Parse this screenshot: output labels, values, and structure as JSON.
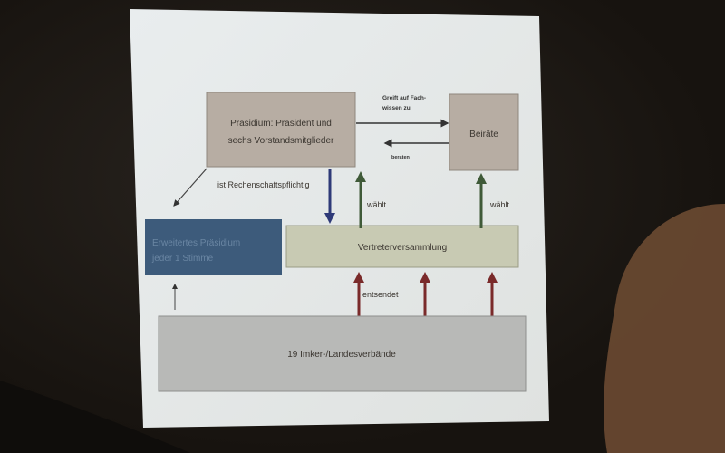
{
  "diagram": {
    "praesidium": "Präsidium: Präsident und",
    "praesidium_line2": "sechs Vorstandsmitglieder",
    "beiraete": "Beiräte",
    "erweitertes_line1": "Erweitertes Präsidium",
    "erweitertes_line2": "jeder 1 Stimme",
    "vertreterversammlung": "Vertreterversammlung",
    "verbaende": "19 Imker-/Landesverbände",
    "greift_line1": "Greift auf Fach-",
    "greift_line2": "wissen zu",
    "beraten": "beraten",
    "rechenschaft": "ist Rechenschaftspflichtig",
    "waehlt_1": "wählt",
    "waehlt_2": "wählt",
    "entsendet": "entsendet"
  },
  "colors": {
    "slide": "#e6eae9",
    "praesidium": "#b7ada3",
    "erweitertes": "#3d5b7b",
    "vertreter": "#c8cab3",
    "verbaende": "#b8b9b7",
    "blue_arrow": "#2e3a78",
    "green_arrow": "#3f5a38",
    "red_arrow": "#7a2a2a"
  }
}
